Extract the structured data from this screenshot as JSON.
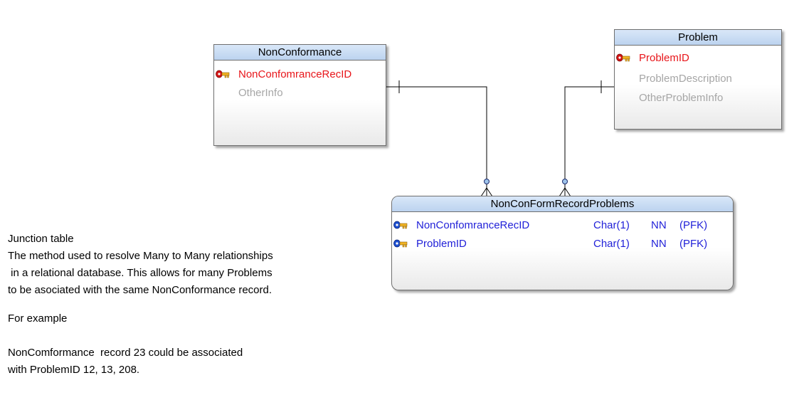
{
  "entities": {
    "nonconformance": {
      "title": "NonConformance",
      "attributes": [
        {
          "name": "NonConfomranceRecID",
          "role": "primary-key"
        },
        {
          "name": "OtherInfo",
          "role": "attribute"
        }
      ]
    },
    "problem": {
      "title": "Problem",
      "attributes": [
        {
          "name": "ProblemID",
          "role": "primary-key"
        },
        {
          "name": "ProblemDescription",
          "role": "attribute"
        },
        {
          "name": "OtherProblemInfo",
          "role": "attribute"
        }
      ]
    },
    "junction": {
      "title": "NonConFormRecordProblems",
      "attributes": [
        {
          "name": "NonConfomranceRecID",
          "type": "Char(1)",
          "null": "NN",
          "key": "(PFK)",
          "role": "primary-foreign-key"
        },
        {
          "name": "ProblemID",
          "type": "Char(1)",
          "null": "NN",
          "key": "(PFK)",
          "role": "primary-foreign-key"
        }
      ]
    }
  },
  "relationships": [
    {
      "from": "nonconformance",
      "to": "junction",
      "parent_end": "one",
      "child_end": "zero-or-many"
    },
    {
      "from": "problem",
      "to": "junction",
      "parent_end": "one",
      "child_end": "zero-or-many"
    }
  ],
  "notes": {
    "junction_heading": "Junction table",
    "junction_line1": "The method used to resolve Many to Many relationships",
    "junction_line2": " in a relational database. This allows for many Problems",
    "junction_line3": "to be asociated with the same NonConformance record.",
    "example_heading": "For example",
    "example_line1": "NonComformance  record 23 could be associated",
    "example_line2": "with ProblemID 12, 13, 208."
  },
  "colors": {
    "header_fill": "#c7dcf3",
    "primary_key_text": "#e8151a",
    "attribute_text": "#a6a6a6",
    "foreign_key_text": "#1f1fd8",
    "connector_line": "#000000",
    "zero_circle_fill": "#9fc4ea"
  },
  "icons": {
    "primary_key": "red-gold-key-icon",
    "foreign_key": "blue-gold-key-icon"
  }
}
